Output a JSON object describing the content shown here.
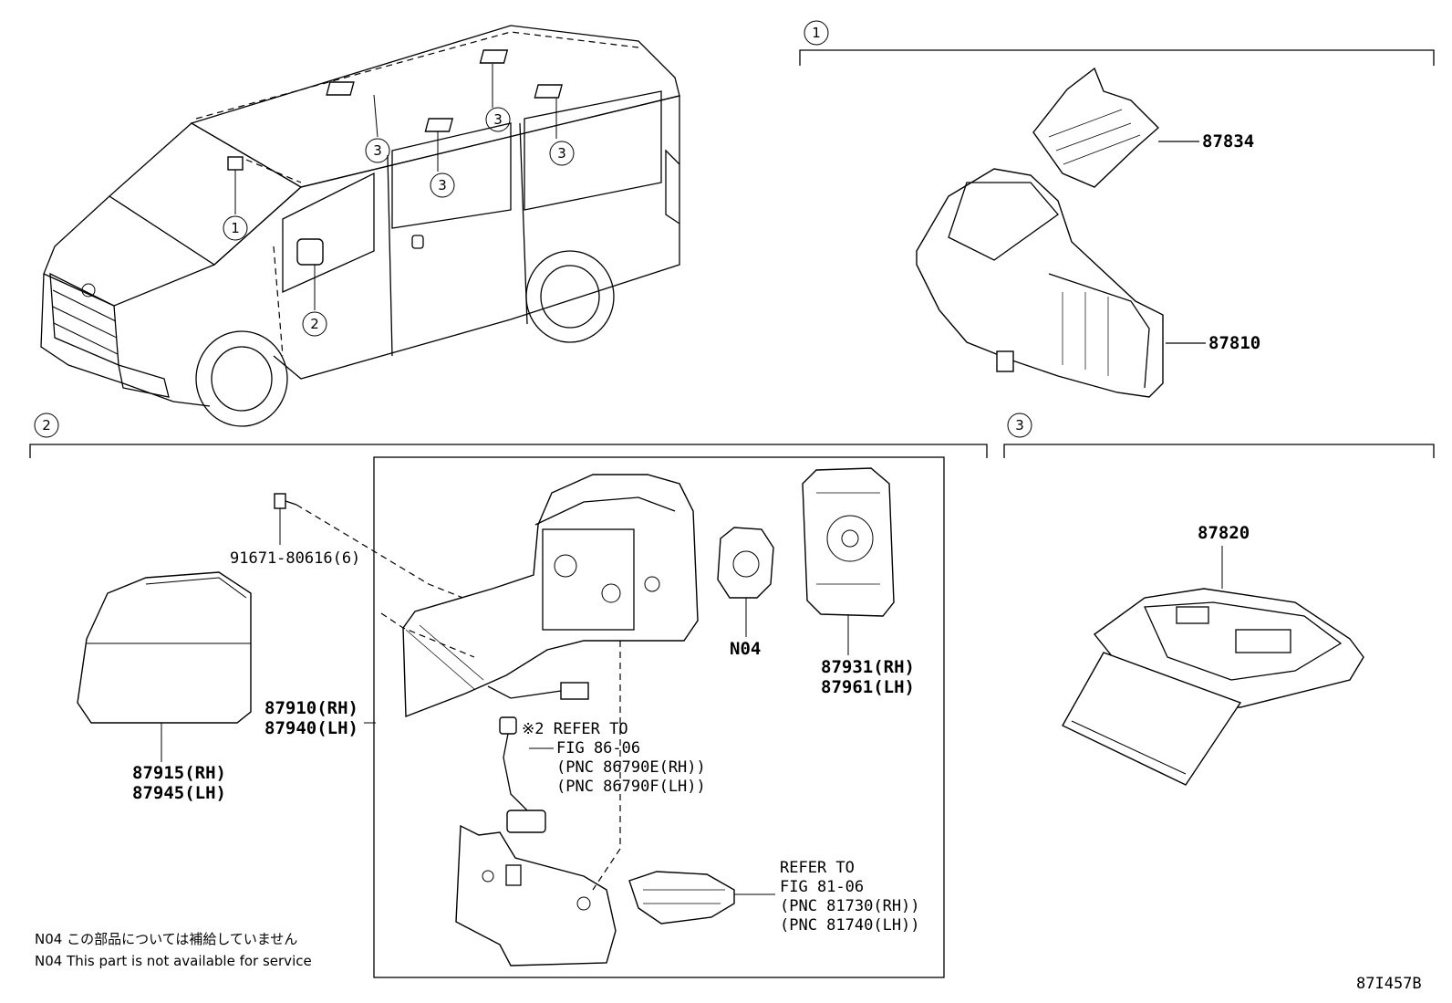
{
  "section_markers": {
    "one": "1",
    "two": "2",
    "three": "3"
  },
  "vehicle_callouts": [
    "1",
    "2",
    "3",
    "3",
    "3",
    "3"
  ],
  "parts": {
    "p87834": "87834",
    "p87810": "87810",
    "p87820": "87820",
    "bolt": "91671-80616(6)",
    "cover_rh": "87915(RH)",
    "cover_lh": "87945(LH)",
    "mirror_rh": "87910(RH)",
    "mirror_lh": "87940(LH)",
    "actuator": "N04",
    "glass_rh": "87931(RH)",
    "glass_lh": "87961(LH)"
  },
  "refs": {
    "ref1_line1": "※2 REFER TO",
    "ref1_line2": "FIG 86-06",
    "ref1_line3": "(PNC 86790E(RH))",
    "ref1_line4": "(PNC 86790F(LH))",
    "ref2_line1": "REFER TO",
    "ref2_line2": "FIG 81-06",
    "ref2_line3": "(PNC 81730(RH))",
    "ref2_line4": "(PNC 81740(LH))"
  },
  "notes": {
    "jp": "N04 この部品については補給していません",
    "en": "N04 This part is not available for service"
  },
  "figure_id": "87I457B"
}
